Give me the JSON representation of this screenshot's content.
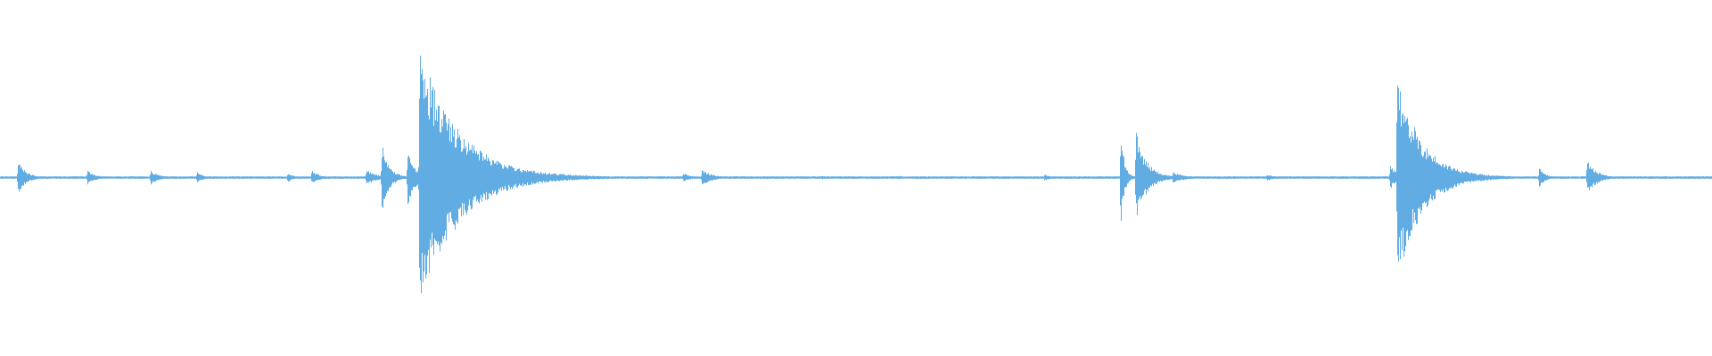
{
  "waveform": {
    "color": "#62ace4",
    "baseline_amplitude": 0.006,
    "events": [
      {
        "t": 0.0105,
        "peak": 0.14,
        "decay": 0.004
      },
      {
        "t": 0.051,
        "peak": 0.05,
        "decay": 0.004
      },
      {
        "t": 0.088,
        "peak": 0.05,
        "decay": 0.004
      },
      {
        "t": 0.115,
        "peak": 0.04,
        "decay": 0.003
      },
      {
        "t": 0.168,
        "peak": 0.03,
        "decay": 0.003
      },
      {
        "t": 0.182,
        "peak": 0.05,
        "decay": 0.004
      },
      {
        "t": 0.214,
        "peak": 0.06,
        "decay": 0.005
      },
      {
        "t": 0.223,
        "peak": 0.25,
        "decay": 0.004
      },
      {
        "t": 0.238,
        "peak": 0.22,
        "decay": 0.004
      },
      {
        "t": 0.245,
        "peak": 1.0,
        "decay": 0.022
      },
      {
        "t": 0.272,
        "peak": 0.07,
        "decay": 0.01
      },
      {
        "t": 0.399,
        "peak": 0.03,
        "decay": 0.004
      },
      {
        "t": 0.41,
        "peak": 0.06,
        "decay": 0.005
      },
      {
        "t": 0.48,
        "peak": 0.01,
        "decay": 0.003
      },
      {
        "t": 0.525,
        "peak": 0.01,
        "decay": 0.003
      },
      {
        "t": 0.61,
        "peak": 0.02,
        "decay": 0.004
      },
      {
        "t": 0.6545,
        "peak": 0.37,
        "decay": 0.002
      },
      {
        "t": 0.6635,
        "peak": 0.34,
        "decay": 0.006
      },
      {
        "t": 0.685,
        "peak": 0.04,
        "decay": 0.006
      },
      {
        "t": 0.74,
        "peak": 0.02,
        "decay": 0.004
      },
      {
        "t": 0.812,
        "peak": 0.09,
        "decay": 0.004
      },
      {
        "t": 0.816,
        "peak": 0.78,
        "decay": 0.014
      },
      {
        "t": 0.899,
        "peak": 0.07,
        "decay": 0.003
      },
      {
        "t": 0.927,
        "peak": 0.13,
        "decay": 0.005
      },
      {
        "t": 0.972,
        "peak": 0.01,
        "decay": 0.003
      }
    ]
  }
}
